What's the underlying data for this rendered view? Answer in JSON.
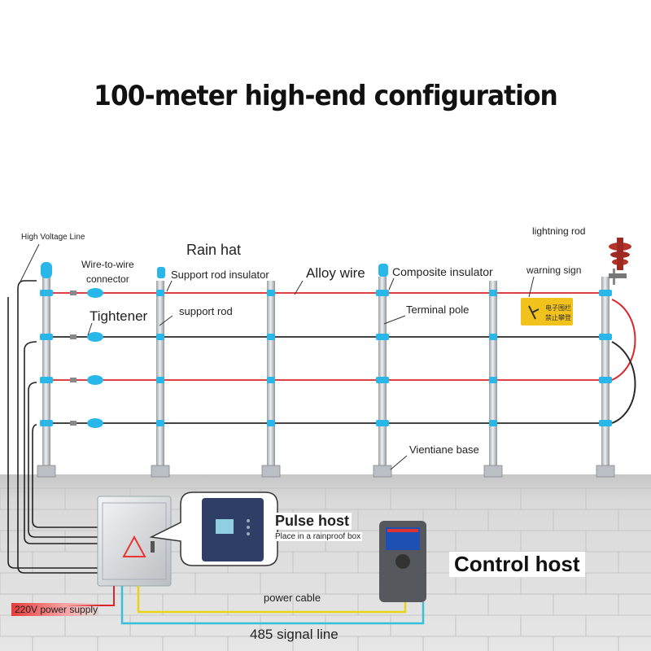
{
  "title": "100-meter high-end configuration",
  "labels": {
    "high_voltage_line": "High Voltage Line",
    "rain_hat": "Rain hat",
    "wire_to_wire": "Wire-to-wire",
    "connector": "connector",
    "support_rod_insulator": "Support rod insulator",
    "alloy_wire": "Alloy wire",
    "composite_insulator": "Composite insulator",
    "warning_sign": "warning sign",
    "lightning_rod": "lightning rod",
    "tightener": "Tightener",
    "support_rod": "support rod",
    "terminal_pole": "Terminal pole",
    "vientiane_base": "Vientiane base",
    "pulse_host": "Pulse host",
    "rainproof_note": "Place in a rainproof box",
    "control_host": "Control host",
    "power_supply": "220V power supply",
    "power_cable": "power cable",
    "signal_line": "485 signal line"
  },
  "sign_text": [
    "电子围栏",
    "禁止攀登"
  ],
  "colors": {
    "red_wire": "#d8262b",
    "black_wire": "#2a2a2a",
    "insulator_blue": "#29b6e8",
    "pole": "#c9ced2",
    "wall": "#dcdcdc",
    "power_cable": "#e8d21a",
    "signal_cable": "#37c0d8",
    "warning_sign": "#f2c21c",
    "lightning_rod": "#b5332a"
  }
}
